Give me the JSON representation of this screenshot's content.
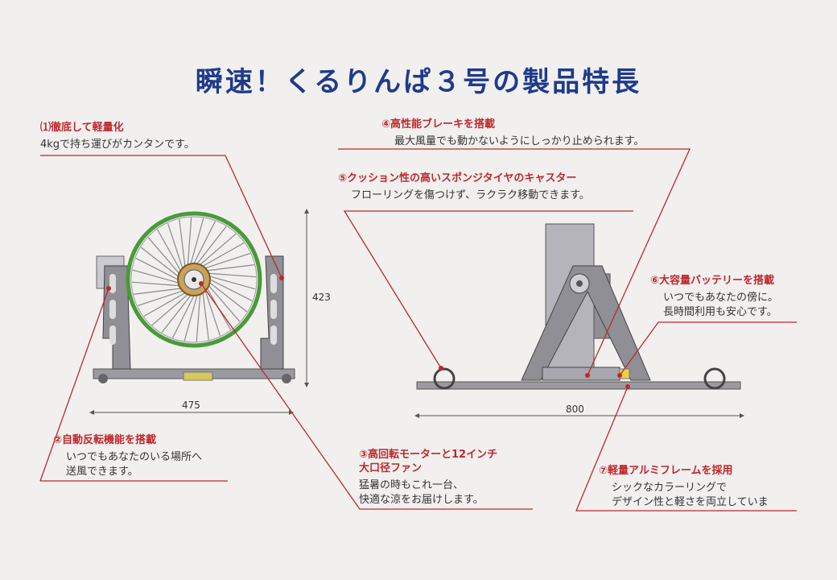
{
  "title": "瞬速！くるりんぱ３号の製品特長",
  "colors": {
    "title": "#1f3a8c",
    "accent": "#c0272d",
    "fan_ring": "#4a9a3a",
    "frame": "#8f8f95"
  },
  "features": [
    {
      "id": 1,
      "title": "⑴徹底して軽量化",
      "desc": "4kgで持ち運びがカンタンです。"
    },
    {
      "id": 2,
      "title": "②自動反転機能を搭載",
      "desc": "いつでもあなたのいる場所へ\n送風できます。"
    },
    {
      "id": 3,
      "title": "③高回転モーターと12インチ\n大口径ファン",
      "desc": "猛暑の時もこれ一台、\n快適な涼をお届けします。"
    },
    {
      "id": 4,
      "title": "④高性能ブレーキを搭載",
      "desc": "最大風量でも動かないようにしっかり止められます。"
    },
    {
      "id": 5,
      "title": "⑤クッション性の高いスポンジタイヤのキャスター",
      "desc": "フローリングを傷つけず、ラクラク移動できます。"
    },
    {
      "id": 6,
      "title": "⑥大容量バッテリーを搭載",
      "desc": "いつでもあなたの傍に。\n長時間利用も安心です。"
    },
    {
      "id": 7,
      "title": "⑦軽量アルミフレームを採用",
      "desc": "シックなカラーリングで\nデザイン性と軽さを両立していま"
    }
  ],
  "dimensions": {
    "height": "423",
    "width_front": "475",
    "width_side": "800"
  }
}
